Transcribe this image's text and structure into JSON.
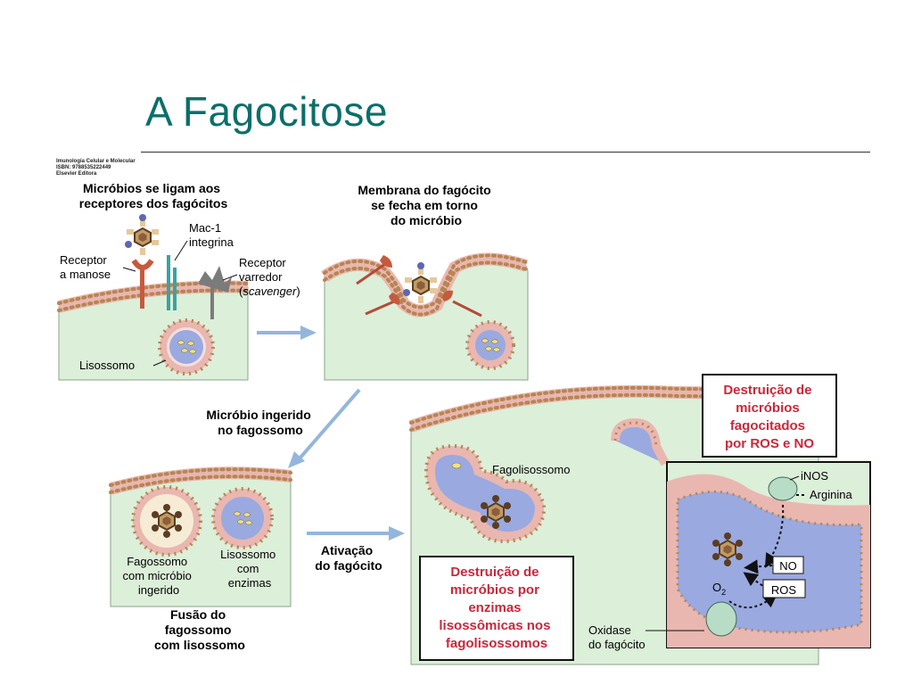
{
  "title": "A Fagocitose",
  "credit": {
    "line1": "Imunologia Celular e Molecular",
    "line2": "ISBN: 9788535222449",
    "line3": "Elsevier Editora"
  },
  "step1": {
    "heading_line1": "Micróbios se ligam aos",
    "heading_line2": "receptores dos fagócitos",
    "mac1_line1": "Mac-1",
    "mac1_line2": "integrina",
    "mannose_line1": "Receptor",
    "mannose_line2": "a manose",
    "scav_line1": "Receptor",
    "scav_line2": "varredor",
    "scav_open": "(",
    "scav_italic": "scavenger",
    "scav_close": ")",
    "lysosome": "Lisossomo"
  },
  "step2": {
    "line1": "Membrana do fagócito",
    "line2": "se fecha em torno",
    "line3": "do micróbio"
  },
  "step3": {
    "line1": "Micróbio ingerido",
    "line2": "no fagossomo"
  },
  "step4": {
    "phago_line1": "Fagossomo",
    "phago_line2": "com micróbio",
    "phago_line3": "ingerido",
    "lyso_line1": "Lisossomo",
    "lyso_line2": "com",
    "lyso_line3": "enzimas",
    "fusion_line1": "Fusão do",
    "fusion_line2": "fagossomo",
    "fusion_line3": "com lisossomo"
  },
  "activation": {
    "line1": "Ativação",
    "line2": "do fagócito"
  },
  "step5": {
    "phagolysosome": "Fagolisossomo",
    "enzyme_box_line1": "Destruição de",
    "enzyme_box_line2": "micróbios por",
    "enzyme_box_line3": "enzimas",
    "enzyme_box_line4": "lisossômicas nos",
    "enzyme_box_line5": "fagolisossomos",
    "ros_box_line1": "Destruição de",
    "ros_box_line2": "micróbios",
    "ros_box_line3": "fagocitados",
    "ros_box_line4": "por ROS e NO",
    "inos": "iNOS",
    "arginine": "Arginina",
    "no": "NO",
    "ros": "ROS",
    "o2": "O",
    "o2_sub": "2",
    "oxidase_line1": "Oxidase",
    "oxidase_line2": "do fagócito"
  },
  "colors": {
    "title": "#0a6f6a",
    "cytoplasm": "#dcefd9",
    "membrane": "#e9b7b0",
    "membrane_dots": "#b78552",
    "vesicle": "#9aa9e0",
    "red_text": "#c8283c",
    "arrow": "#94b6dc"
  }
}
